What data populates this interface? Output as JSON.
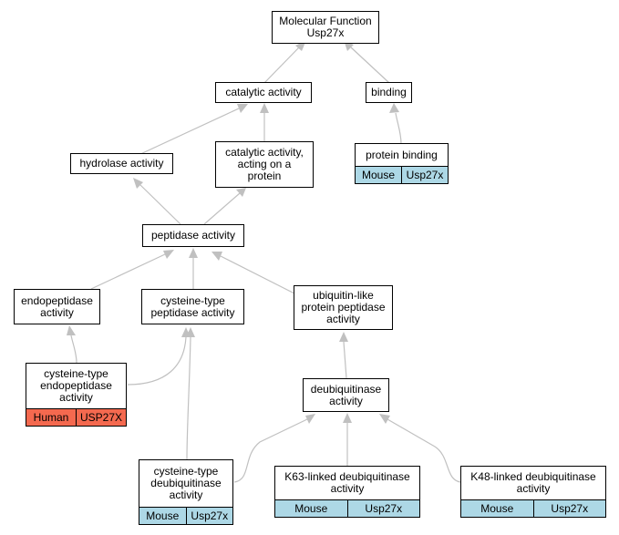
{
  "nodes": {
    "root": "Molecular Function\nUsp27x",
    "catalytic": "catalytic activity",
    "binding": "binding",
    "protein_binding": "protein binding",
    "hydrolase": "hydrolase activity",
    "catalytic_protein": "catalytic activity,\nacting on a\nprotein",
    "peptidase": "peptidase activity",
    "endopeptidase": "endopeptidase\nactivity",
    "cysteine_peptidase": "cysteine-type\npeptidase activity",
    "ubl_peptidase": "ubiquitin-like\nprotein peptidase\nactivity",
    "cys_endopeptidase": "cysteine-type\nendopeptidase\nactivity",
    "deubiquitinase": "deubiquitinase\nactivity",
    "cys_deubiquitinase": "cysteine-type\ndeubiquitinase\nactivity",
    "k63": "K63-linked deubiquitinase\nactivity",
    "k48": "K48-linked deubiquitinase\nactivity"
  },
  "tags": {
    "protein_binding": [
      "Mouse",
      "Usp27x"
    ],
    "cys_endopeptidase": [
      "Human",
      "USP27X"
    ],
    "cys_deubiquitinase": [
      "Mouse",
      "Usp27x"
    ],
    "k63": [
      "Mouse",
      "Usp27x"
    ],
    "k48": [
      "Mouse",
      "Usp27x"
    ]
  },
  "colors": {
    "mouse": "#add8e6",
    "human": "#f4694f",
    "edge": "#c0c0c0"
  }
}
